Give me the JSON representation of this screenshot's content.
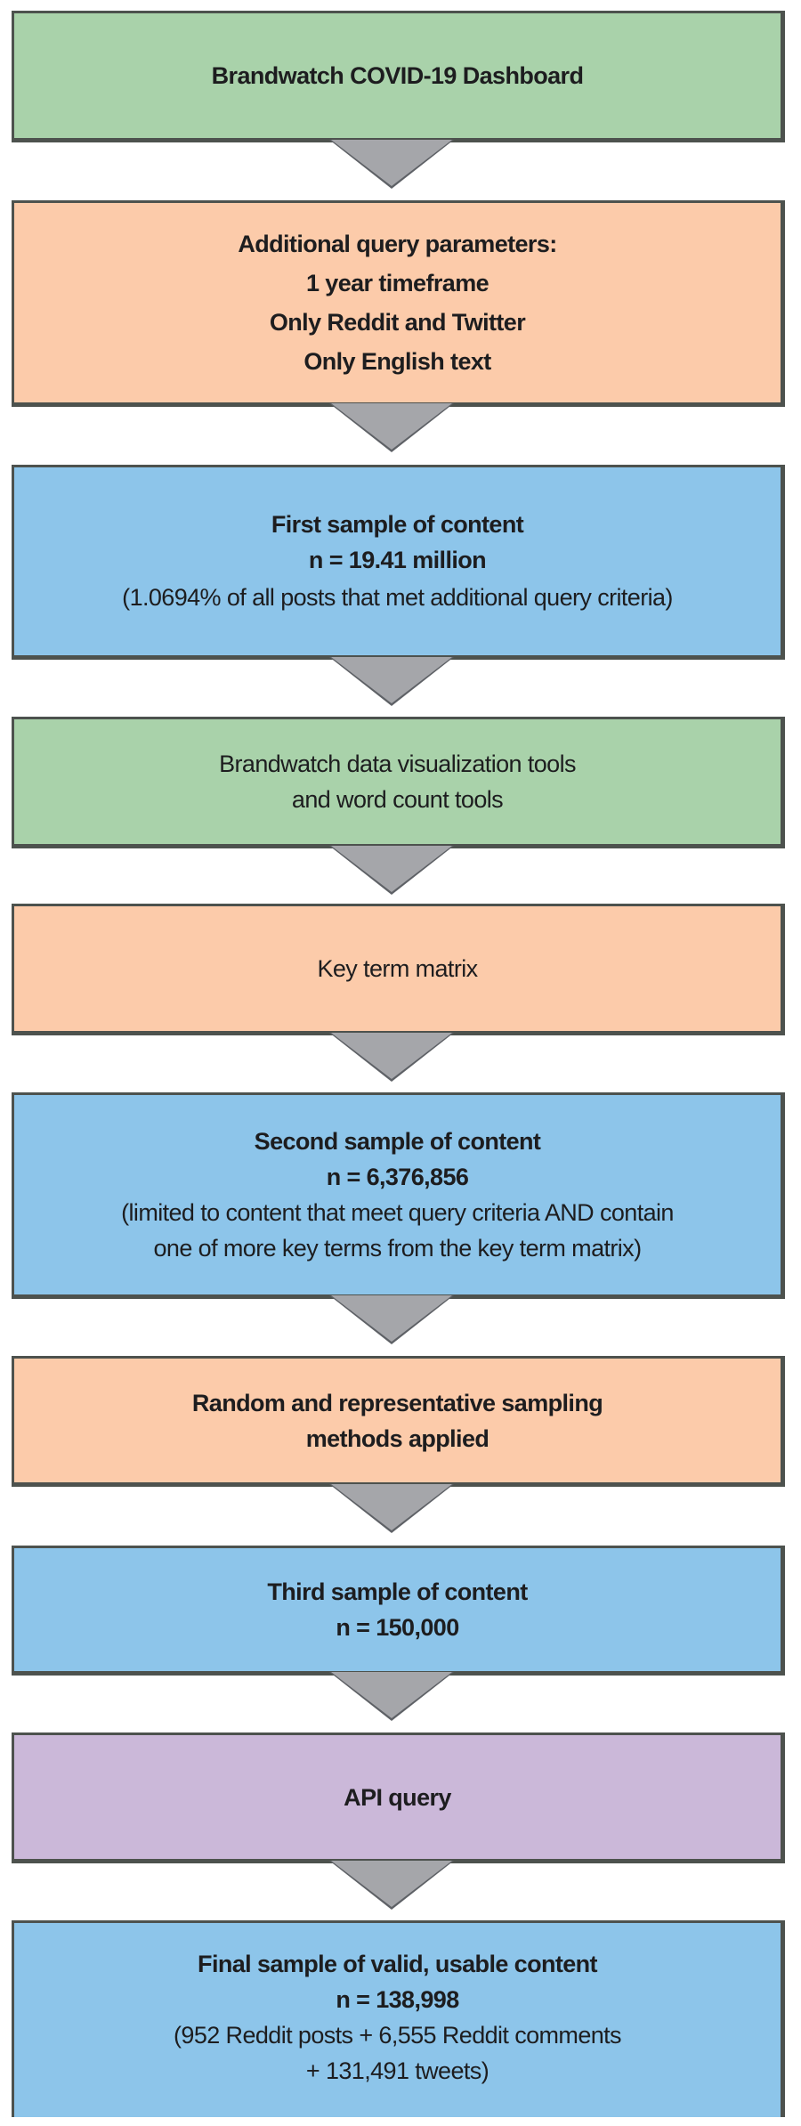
{
  "diagram": {
    "type": "flowchart",
    "direction": "top-to-bottom",
    "colors": {
      "green": "#a9d2aa",
      "peach": "#fccbaa",
      "blue": "#8dc5ea",
      "purple": "#cbb8d9",
      "arrow": "#a5a6aa",
      "border": "#4d524e"
    },
    "steps": [
      {
        "id": "dashboard",
        "color": "green",
        "lines": [
          {
            "text": "Brandwatch COVID-19 Dashboard",
            "bold": true
          }
        ]
      },
      {
        "id": "query-parameters",
        "color": "peach",
        "lines": [
          {
            "text": "Additional query parameters:",
            "bold": true
          },
          {
            "text": "1 year timeframe",
            "bold": true
          },
          {
            "text": "Only Reddit and Twitter",
            "bold": true
          },
          {
            "text": "Only English text",
            "bold": true
          }
        ]
      },
      {
        "id": "first-sample",
        "color": "blue",
        "lines": [
          {
            "text": "First sample of content",
            "bold": true
          },
          {
            "text": "n = 19.41 million",
            "bold": true
          },
          {
            "text": "(1.0694% of all posts that met additional query criteria)",
            "bold": false
          }
        ]
      },
      {
        "id": "visualization-tools",
        "color": "green",
        "lines": [
          {
            "text": "Brandwatch data visualization tools",
            "bold": false
          },
          {
            "text": "and word count tools",
            "bold": false
          }
        ]
      },
      {
        "id": "key-term-matrix",
        "color": "peach",
        "lines": [
          {
            "text": "Key term matrix",
            "bold": false
          }
        ]
      },
      {
        "id": "second-sample",
        "color": "blue",
        "lines": [
          {
            "text": "Second sample of content",
            "bold": true
          },
          {
            "text": "n = 6,376,856",
            "bold": true
          },
          {
            "text": "(limited to content that meet query criteria AND contain",
            "bold": false
          },
          {
            "text": "one of more key terms from the key term matrix)",
            "bold": false
          }
        ]
      },
      {
        "id": "sampling-methods",
        "color": "peach",
        "lines": [
          {
            "text": "Random and representative sampling",
            "bold": true
          },
          {
            "text": "methods applied",
            "bold": true
          }
        ]
      },
      {
        "id": "third-sample",
        "color": "blue",
        "lines": [
          {
            "text": "Third sample of content",
            "bold": true
          },
          {
            "text": "n = 150,000",
            "bold": true
          }
        ]
      },
      {
        "id": "api-query",
        "color": "purple",
        "lines": [
          {
            "text": "API query",
            "bold": true
          }
        ]
      },
      {
        "id": "final-sample",
        "color": "blue",
        "lines": [
          {
            "text": "Final sample of valid, usable content",
            "bold": true
          },
          {
            "text": "n = 138,998",
            "bold": true
          },
          {
            "text": "(952 Reddit posts + 6,555 Reddit comments",
            "bold": false
          },
          {
            "text": "+ 131,491 tweets)",
            "bold": false
          }
        ]
      }
    ]
  }
}
